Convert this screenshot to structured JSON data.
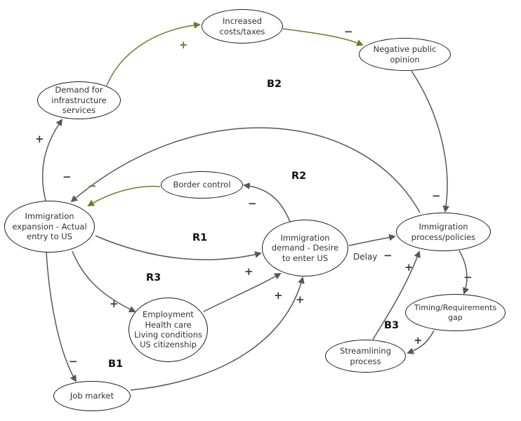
{
  "diagram": {
    "nodes": {
      "increased_costs": {
        "label": "Increased\ncosts/taxes"
      },
      "negative_opinion": {
        "label": "Negative public\nopinion"
      },
      "infrastructure": {
        "label": "Demand for\ninfrastructure\nservices"
      },
      "border_control": {
        "label": "Border control"
      },
      "expansion": {
        "label": "Immigration\nexpansion - Actual\nentry to US"
      },
      "demand": {
        "label": "Immigration\ndemand - Desire\nto enter US"
      },
      "process": {
        "label": "Immigration\nprocess/policies"
      },
      "employment": {
        "label": "Employment\nHealth care\nLiving conditions\nUS citizenship"
      },
      "timing_gap": {
        "label": "Timing/Requirements\ngap"
      },
      "streamlining": {
        "label": "Streamlining\nprocess"
      },
      "job_market": {
        "label": "Job market"
      }
    },
    "loop_labels": {
      "B1": "B1",
      "B2": "B2",
      "B3": "B3",
      "R1": "R1",
      "R2": "R2",
      "R3": "R3"
    },
    "symbols": {
      "plus": "+",
      "minus": "−"
    },
    "edge_labels": {
      "delay": "Delay"
    },
    "colors": {
      "edge_gray": "#5a5854",
      "edge_olive": "#767627",
      "node_border": "#1c1c1c",
      "background": "#ffffff"
    }
  }
}
